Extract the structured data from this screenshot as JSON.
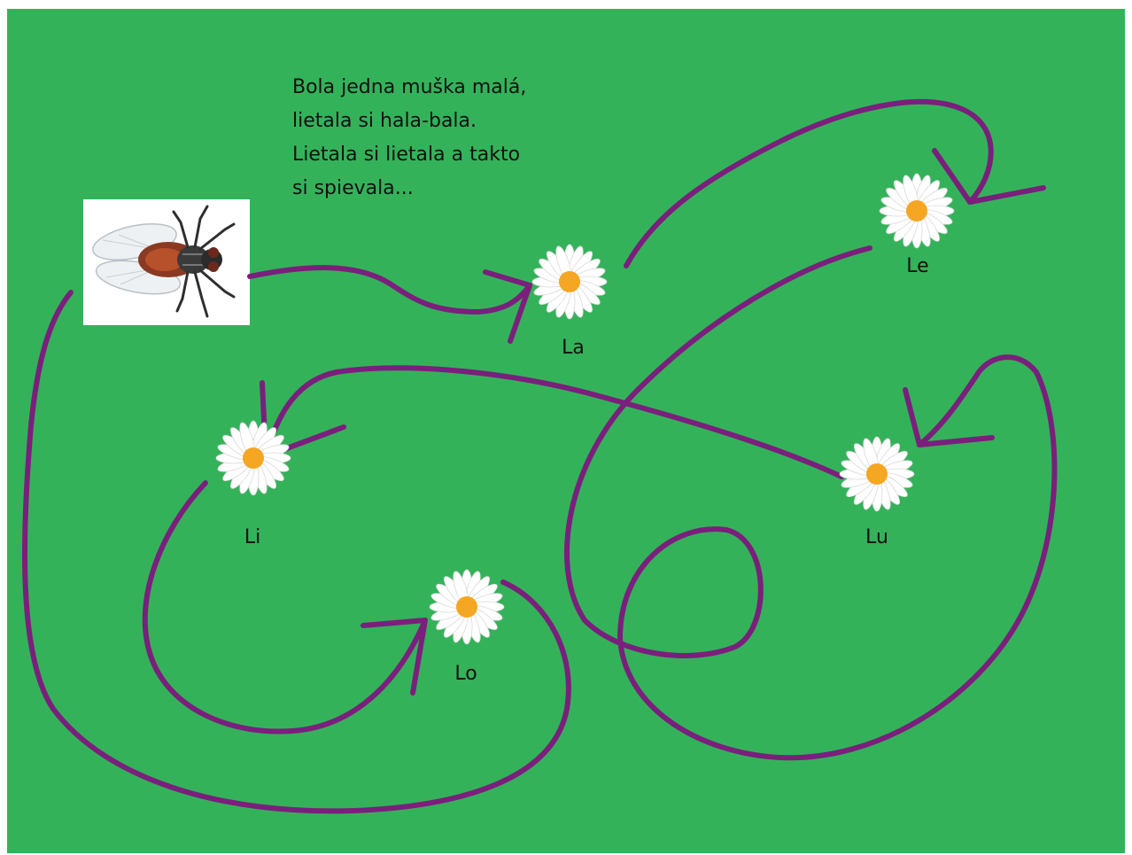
{
  "poem": {
    "lines": [
      "Bola jedna muška malá,",
      "lietala si hala-bala.",
      "Lietala si lietala a takto",
      "si spievala..."
    ]
  },
  "flowers": [
    {
      "label": "La"
    },
    {
      "label": "Le"
    },
    {
      "label": "Li"
    },
    {
      "label": "Lo"
    },
    {
      "label": "Lu"
    }
  ],
  "colors": {
    "background": "#34b25a",
    "path": "#7b1f7d",
    "petal": "#ffffff",
    "center": "#f5a623"
  },
  "icons": {
    "fly": "fly-icon",
    "flower": "daisy-icon"
  }
}
